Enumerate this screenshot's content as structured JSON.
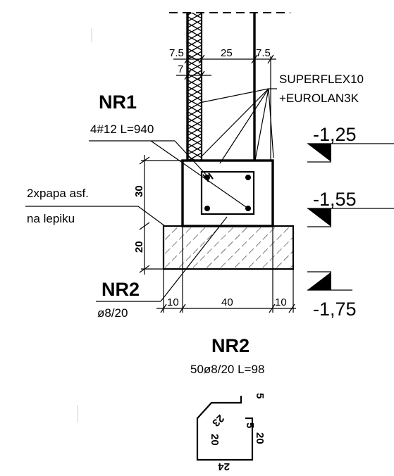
{
  "labels": {
    "nr1_title": "NR1",
    "nr1_spec": "4#12 L=940",
    "nr2_title": "NR2",
    "nr2_spec": "ø8/20",
    "nr2_detail_title": "NR2",
    "nr2_detail_spec": "50ø8/20 L=98",
    "membrane_line1": "SUPERFLEX10",
    "membrane_line2": "+EUROLAN3K",
    "insulation_line1": "2xpapa asf.",
    "insulation_line2": "na lepiku"
  },
  "levels": {
    "top": "-1,25",
    "middle": "-1,55",
    "bottom": "-1,75"
  },
  "dimensions": {
    "wall_left": "7.5",
    "wall_mid": "25",
    "wall_right": "7.5",
    "wall_small": "7",
    "beam_height": "30",
    "footing_height": "20",
    "bottom_left": "10",
    "bottom_mid": "40",
    "bottom_right": "10"
  },
  "stirrup_dims": {
    "top_right": "5",
    "hook": "23",
    "inner": "5",
    "left": "20",
    "right": "20",
    "bottom": "24"
  }
}
